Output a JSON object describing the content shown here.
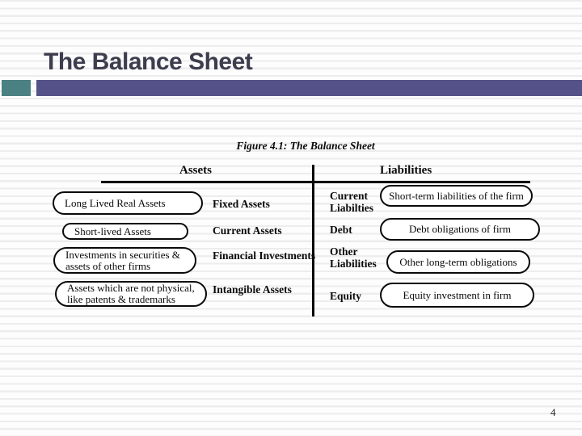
{
  "slide": {
    "title": "The Balance Sheet",
    "page_number": "4",
    "accent_colors": {
      "teal": "#4b8183",
      "purple": "#555289"
    }
  },
  "figure": {
    "caption": "Figure 4.1: The Balance Sheet",
    "left_header": "Assets",
    "right_header": "Liabilities",
    "asset_rows": [
      {
        "oval": "Long Lived Real Assets",
        "label": "Fixed Assets"
      },
      {
        "oval": "Short-lived Assets",
        "label": "Current Assets"
      },
      {
        "oval": "Investments in securities &\nassets of other firms",
        "label": "Financial Investments"
      },
      {
        "oval": "Assets which are not physical,\nlike patents & trademarks",
        "label": "Intangible Assets"
      }
    ],
    "liability_rows": [
      {
        "label": "Current\nLiabilties",
        "oval": "Short-term liabilities of the firm"
      },
      {
        "label": "Debt",
        "oval": "Debt obligations of firm"
      },
      {
        "label": "Other\nLiabilities",
        "oval": "Other long-term obligations"
      },
      {
        "label": "Equity",
        "oval": "Equity investment in firm"
      }
    ]
  }
}
